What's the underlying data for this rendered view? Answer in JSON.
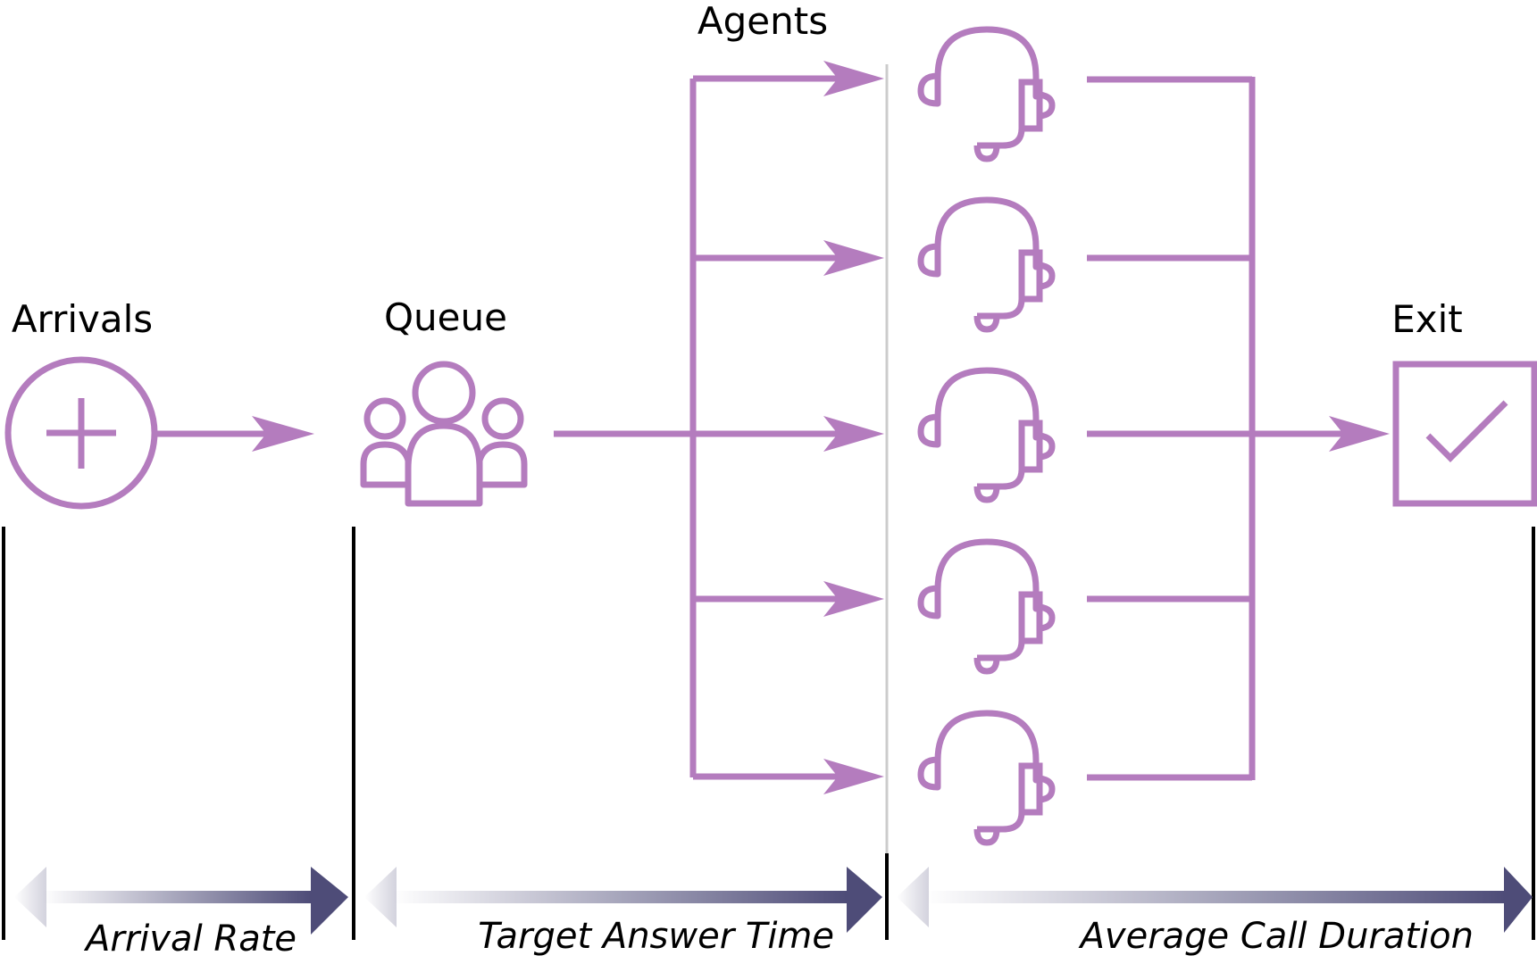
{
  "labels": {
    "arrivals": "Arrivals",
    "queue": "Queue",
    "agents": "Agents",
    "exit": "Exit"
  },
  "metrics": {
    "arrival_rate": "Arrival Rate",
    "target_answer_time": "Target Answer Time",
    "average_call_duration": "Average Call Duration"
  },
  "agent_count": 5,
  "icons": {
    "arrivals": "plus-circle-icon",
    "queue": "people-group-icon",
    "agent": "headset-icon",
    "exit": "checkbox-icon"
  },
  "colors": {
    "flow": "#b47cbe",
    "metric_arrow": "#4e4c78",
    "divider": "#000000",
    "agent_separator": "#cccccc"
  }
}
